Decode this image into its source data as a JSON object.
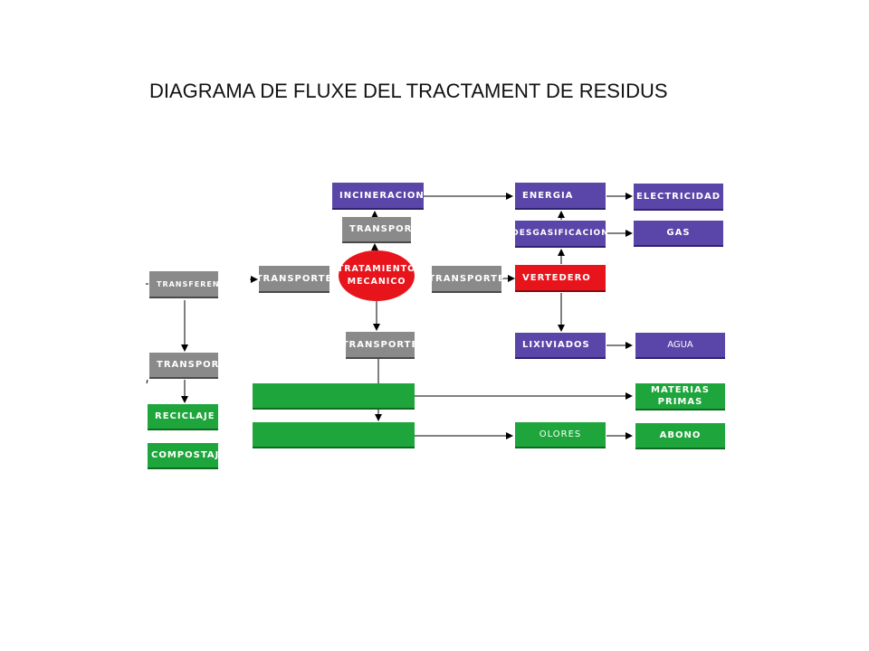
{
  "title": "DIAGRAMA DE FLUXE DEL TRACTAMENT DE RESIDUS",
  "nodes": {
    "incineracion": "INCINERACION",
    "transporte_top": "TRANSPORTE",
    "tratamiento": "TRATAMIENTO\nMECANICO",
    "transporte_left": "TRANSPORTE",
    "transporte_right": "TRANSPORTE",
    "transporte_bottom": "TRANSPORTE",
    "energia": "ENERGIA",
    "desgasificacion": "DESGASIFICACION",
    "vertedero": "VERTEDERO",
    "lixiviados": "LIXIVIADOS",
    "electricidad": "ELECTRICIDAD",
    "gas": "GAS",
    "agua": "AGUA",
    "materias_primas": "MATERIAS\nPRIMAS",
    "olores": "OLORES",
    "abono": "ABONO",
    "transferencia": "TRANSFERENCIA",
    "transporte_side": "TRANSPORTE",
    "reciclaje": "RECICLAJE",
    "compostaje": "COMPOSTAJE",
    "green_bar_1": "",
    "green_bar_2": ""
  },
  "colors": {
    "purple": "#5a46a8",
    "gray": "#8a8a8a",
    "green": "#1ea63c",
    "red": "#e8141c"
  }
}
